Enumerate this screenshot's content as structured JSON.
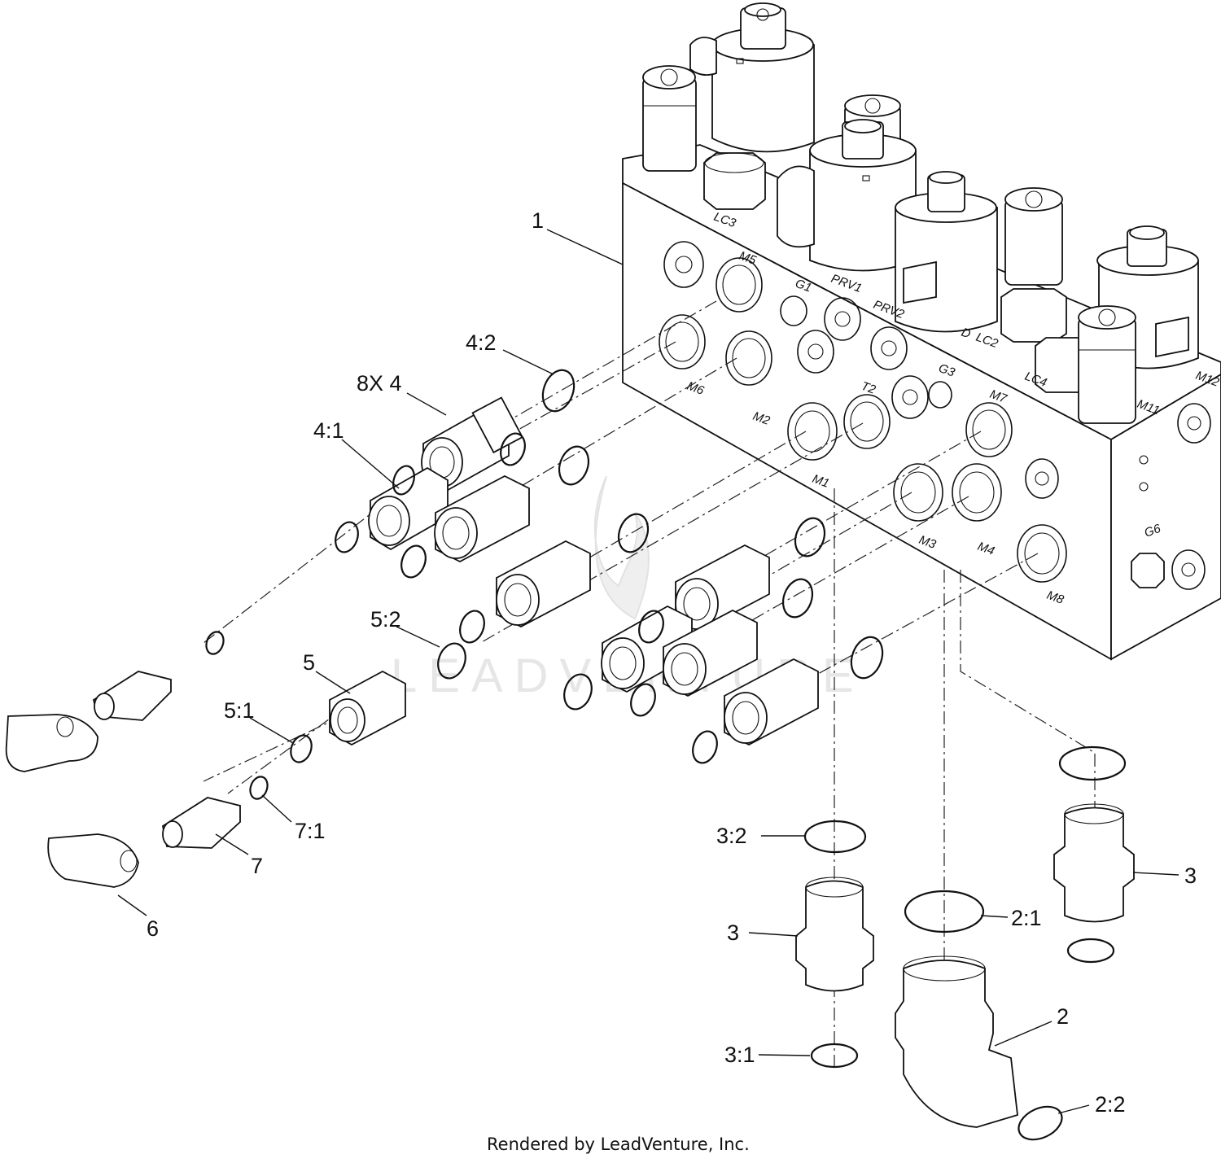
{
  "callouts": {
    "c1": "1",
    "c4_2": "4:2",
    "c8x4": "8X 4",
    "c4_1": "4:1",
    "c5_2": "5:2",
    "c5": "5",
    "c5_1": "5:1",
    "c7_1": "7:1",
    "c7": "7",
    "c6": "6",
    "c3_2": "3:2",
    "c3_left": "3",
    "c3_1": "3:1",
    "c3_right": "3",
    "c2_1": "2:1",
    "c2": "2",
    "c2_2": "2:2"
  },
  "ports": {
    "M5": "M5",
    "G1": "G1",
    "PRV1": "PRV1",
    "PRV2": "PRV2",
    "M6": "M6",
    "M2": "M2",
    "T2": "T2",
    "G3": "G3",
    "M7": "M7",
    "M1": "M1",
    "M3": "M3",
    "M4": "M4",
    "M8": "M8",
    "G6": "G6",
    "LC3": "LC3",
    "LC2": "LC2",
    "LC4": "LC4",
    "D": "D",
    "M11": "M11",
    "M12": "M12"
  },
  "watermark": "LEADVENTURE",
  "footer": "Rendered by LeadVenture, Inc."
}
